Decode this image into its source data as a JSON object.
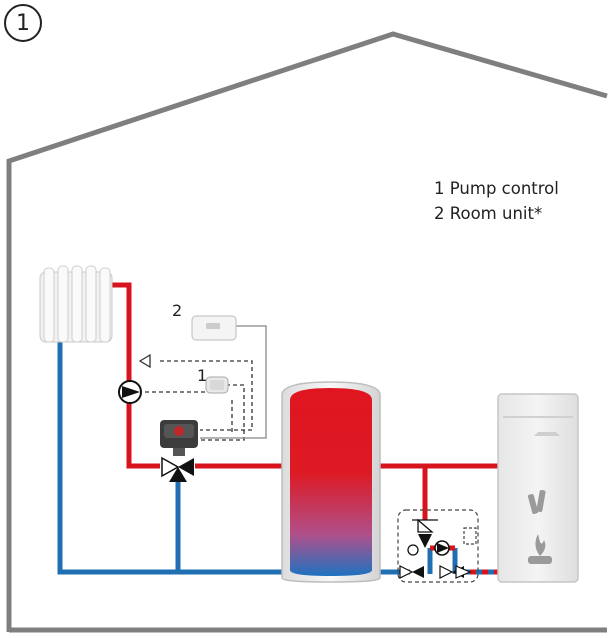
{
  "scheme_number": "1",
  "legend": [
    {
      "number": "1",
      "label": "Pump control"
    },
    {
      "number": "2",
      "label": "Room unit*"
    }
  ],
  "callouts": {
    "room_unit": "2",
    "pump_control": "1"
  },
  "colors": {
    "outline": "#7f7f7f",
    "flow_hot": "#d7141e",
    "flow_cold": "#1f6fb2",
    "control_line": "#444444"
  }
}
